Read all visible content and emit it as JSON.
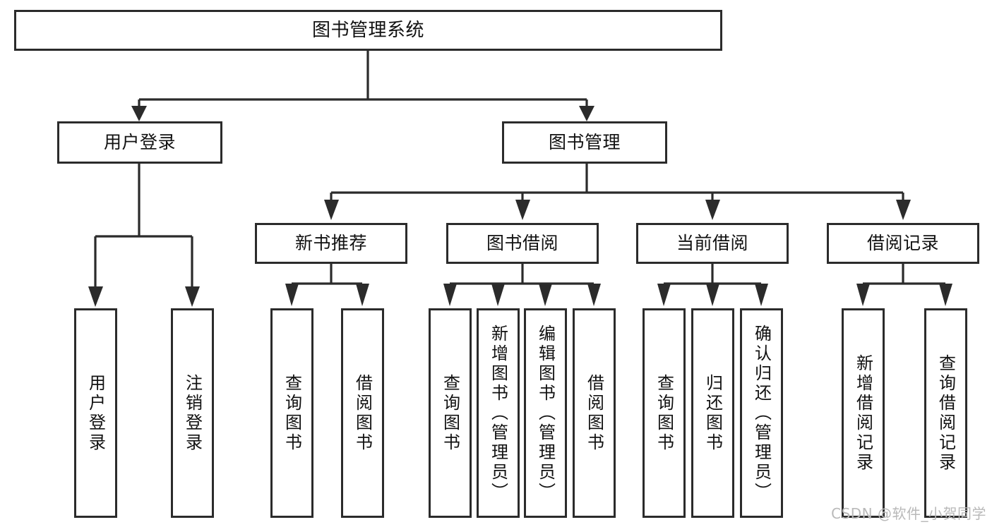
{
  "diagram": {
    "type": "tree",
    "title": "图书管理系统",
    "watermark": "CSDN @软件_小贺同学",
    "colors": {
      "background": "#ffffff",
      "box_border": "#2b2b2b",
      "connector": "#333333",
      "text": "#111111",
      "watermark": "#b9b9b9"
    },
    "nodes": {
      "root": {
        "label": "图书管理系统"
      },
      "level2": [
        {
          "label": "用户登录"
        },
        {
          "label": "图书管理"
        }
      ],
      "level3": [
        {
          "label": "新书推荐"
        },
        {
          "label": "图书借阅"
        },
        {
          "label": "当前借阅"
        },
        {
          "label": "借阅记录"
        }
      ],
      "leaves_user_login": [
        {
          "label": "用户登录"
        },
        {
          "label": "注销登录"
        }
      ],
      "leaves_new_book": [
        {
          "label": "查询图书"
        },
        {
          "label": "借阅图书"
        }
      ],
      "leaves_borrow": [
        {
          "label": "查询图书"
        },
        {
          "label": "新增图书（管理员）"
        },
        {
          "label": "编辑图书（管理员）"
        },
        {
          "label": "借阅图书"
        }
      ],
      "leaves_current": [
        {
          "label": "查询图书"
        },
        {
          "label": "归还图书"
        },
        {
          "label": "确认归还（管理员）"
        }
      ],
      "leaves_records": [
        {
          "label": "新增借阅记录"
        },
        {
          "label": "查询借阅记录"
        }
      ]
    }
  }
}
